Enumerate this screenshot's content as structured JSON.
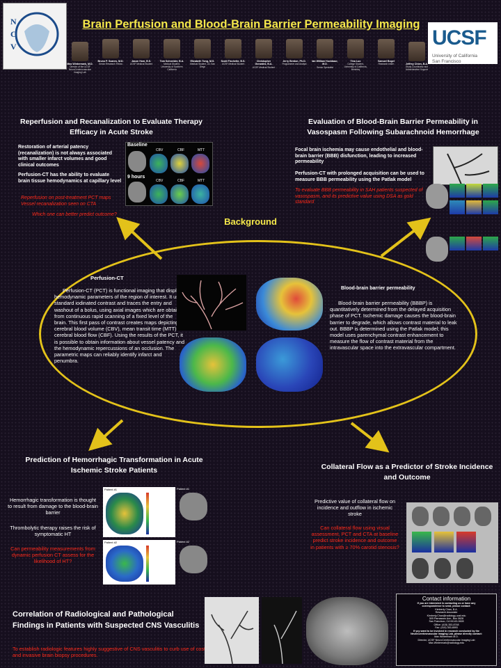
{
  "title": "Brain Perfusion and Blood-Brain Barrier Permeability Imaging",
  "logo_right": {
    "line1": "University of California",
    "line2": "San Francisco"
  },
  "people": [
    {
      "name": "Max Wintermark, M.D.",
      "desc": "Director of the UCSF NeuroCerebrovascular Imaging Lab"
    },
    {
      "name": "Bruno P. Soares, M.D.",
      "desc": "Senior Research Fellow"
    },
    {
      "name": "Jason Hom, B.S.",
      "desc": "UCSF Medical Student"
    },
    {
      "name": "Tom Schneider, B.A.",
      "desc": "Medical Student, University of Southern California"
    },
    {
      "name": "Elizabeth Tong, M.S.",
      "desc": "Medical Student, UC San Diego"
    },
    {
      "name": "Scott Fischette, B.S.",
      "desc": "UCSF Medical Student"
    },
    {
      "name": "Christopher Gonzalez, B.A.",
      "desc": "UCSF Medical Student"
    },
    {
      "name": "Jerry Benton, Ph.D.",
      "desc": "Programmer and Analyst"
    },
    {
      "name": "Ian William Huckbaur, M.D.",
      "desc": "Senior Specialist"
    },
    {
      "name": "Tina Luo",
      "desc": "College Student, University of California, Berkeley"
    },
    {
      "name": "Samuel Bogel",
      "desc": "Research Intern"
    },
    {
      "name": "Jeffrey Chien, B.A.",
      "desc": "Study Coordinator and Administrative Support"
    }
  ],
  "s1": {
    "heading": "Reperfusion and Recanalization to Evaluate Therapy Efficacy in Acute Stroke",
    "p1": "Restoration of arterial patency (recanalization) is not always associated with smaller infarct volumes and good clinical outcomes",
    "p2": "Perfusion-CT has the ability to evaluate brain tissue hemodynamics at capillary level",
    "p3": "Reperfusion on post-treatment PCT maps Vessel recanalization seen on CTA",
    "p4": "Which one can better predict outcome?",
    "img_baseline": "Baseline",
    "img_9h": "9 hours",
    "maps": [
      "CBV",
      "CBF",
      "MTT"
    ]
  },
  "s2": {
    "heading": "Evaluation of Blood-Brain Barrier Permeability in Vasospasm Following Subarachnoid Hemorrhage",
    "p1": "Focal brain ischemia may cause endothelial and blood-brain barrier (BBB) disfunction, leading to increased permeability",
    "p2": "Perfusion-CT with prolonged acquisition can be used to measure BBB permeability using the Patlak model",
    "p3": "To evaluate BBB permeability in SAH patients suspected of vasospasm, and its predictive value using DSA as gold standard"
  },
  "background_label": "Background",
  "center": {
    "pct_heading": "Perfusion-CT",
    "pct_body": "Perfusion-CT (PCT) is functional imaging that displays hemodynamic  parameters of the region of interest. It uses standard iodinated contrast and traces the entry and washout of a bolus, using axial images which are obtained from continuous rapid scanning of a fixed level of the brain. This first pass of contrast creates maps depicting cerebral blood volume (CBV), mean transit time (MTT) and cerebral blood flow (CBF). Using the results of the PCT, it is possible to obtain information about vessel patency and the hemodynamic repercussions of an occlusion. The parametric maps can reliably identify infarct and penumbra.",
    "bbb_heading": "Blood-brain barrier permeability",
    "bbb_body": "Blood-brain barrier permeability (BBBP) is quantitatively determined from the delayed acquisition phase of PCT. Ischemic damage causes the blood-brain barrier to degrade, which allows contrast material to leak out. BBBP is determined using the Patlak model; this model uses parenchymal contrast enhancement to measure the flow of contrast material from the intravascular space into the extravascular compartment."
  },
  "s3": {
    "heading": "Prediction of Hemorrhagic Transformation  in Acute Ischemic Stroke Patients",
    "p1": "Hemorrhagic transformation is thought to result from damage to the blood-brain barrier",
    "p2": "Thrombolytic therapy raises the risk of symptomatic HT",
    "p3": "Can permeability measurements from dynamic perfusion CT assess for the likelihood of HT?",
    "patient1": "Patient #1",
    "patient2": "Patient #2"
  },
  "s4": {
    "heading": "Collateral Flow as a Predictor of Stroke Incidence and Outcome",
    "p1": "Predictive value of collateral flow on incidence and outflow in ischemic stroke",
    "p2": "Can collateral flow using visual assessment, PCT and CTA at baseline predict stroke incidence and outcome in patients with  ≥ 70% carotid stenosis?"
  },
  "s5": {
    "heading": "Correlation of Radiological and Pathological Findings in Patients with Suspected CNS Vasculitis",
    "p1": "To establish radiologic features highly suggestive of CNS vasculitis to curb use of costly and invasive brain biopsy procedures."
  },
  "contact": {
    "heading": "Contact information",
    "lines": [
      "If you are interested in contacting us or have any",
      "correspondence to send, please contact:",
      "Kimberly Chan, B.A.",
      "Research Associate",
      "Kimberly.Chan@radiology.ucsf.edu",
      "505 Parnassus Ave., Box 0628",
      "San Francisco, CA 94143-0628",
      "Office: (415) 353-8748",
      "Fax: (415) 353-8593",
      "If you want to be involved in research conducted by the",
      "NeuroCerebrovascular Imaging Lab, please directly contact:",
      "Max Wintermark M.D.",
      "Director, UCSF NeuroCerebrovascular Imaging Lab",
      "Max.Wintermark@radiology.edu"
    ]
  },
  "colors": {
    "title": "#f5e84a",
    "arrow": "#e3c21a",
    "accent_red": "#ff2a1a"
  }
}
